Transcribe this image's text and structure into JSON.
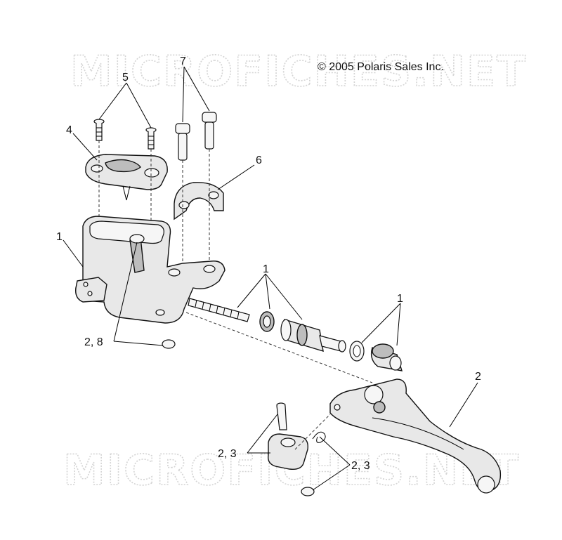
{
  "watermark": "MICROFICHES.NET",
  "copyright": "© 2005 Polaris Sales Inc.",
  "callouts": {
    "c1_body": "1",
    "c1_piston": "1",
    "c1_boot": "1",
    "c2_lever": "2",
    "c28": "2, 8",
    "c23_left": "2, 3",
    "c23_right": "2, 3",
    "c4": "4",
    "c5": "5",
    "c6": "6",
    "c7": "7"
  },
  "icons": {
    "reservoir_cover": "reservoir-cover-part",
    "master_cylinder": "master-cylinder-body-part",
    "clamp": "handlebar-clamp-part",
    "lever": "brake-lever-part"
  }
}
